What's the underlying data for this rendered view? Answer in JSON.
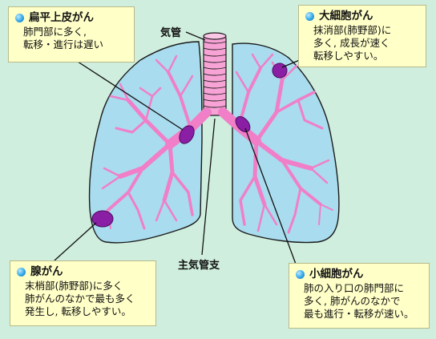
{
  "labels": {
    "trachea": "気管",
    "main_bronchus": "主気管支"
  },
  "callouts": {
    "squamous": {
      "title": "扁平上皮がん",
      "lines": [
        "肺門部に多く,",
        "転移・進行は遅い"
      ]
    },
    "large_cell": {
      "title": "大細胞がん",
      "lines": [
        "抹消部(肺野部)に",
        "多く, 成長が速く",
        "転移しやすい。"
      ]
    },
    "adeno": {
      "title": "腺がん",
      "lines": [
        "末梢部(肺野部)に多く",
        "肺がんのなかで最も多く",
        "発生し, 転移しやすい。"
      ]
    },
    "small_cell": {
      "title": "小細胞がん",
      "lines": [
        "肺の入り口の肺門部に",
        "多く, 肺がんのなかで",
        "最も進行・転移が速い。"
      ]
    }
  },
  "colors": {
    "background": "#cfeedd",
    "lung_fill": "#a9dcee",
    "bronchus": "#f07fc8",
    "tumor": "#8a1fa6",
    "callout_bg": "#ffffc8"
  }
}
